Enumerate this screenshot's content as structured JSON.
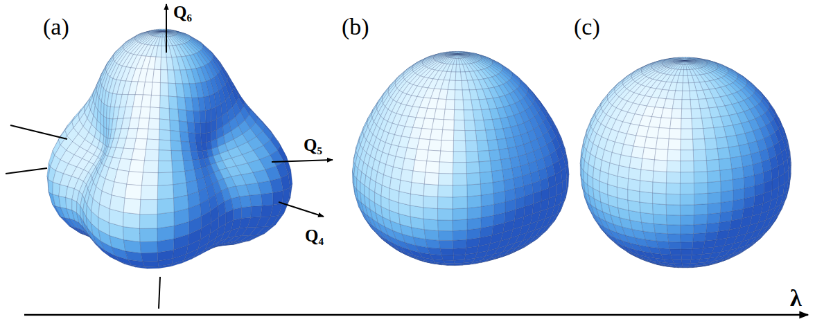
{
  "diagram": {
    "labels": [
      "(a)",
      "Q₆",
      "Q₅",
      "Q₄",
      "(b)",
      "(c)",
      "λ"
    ]
  }
}
